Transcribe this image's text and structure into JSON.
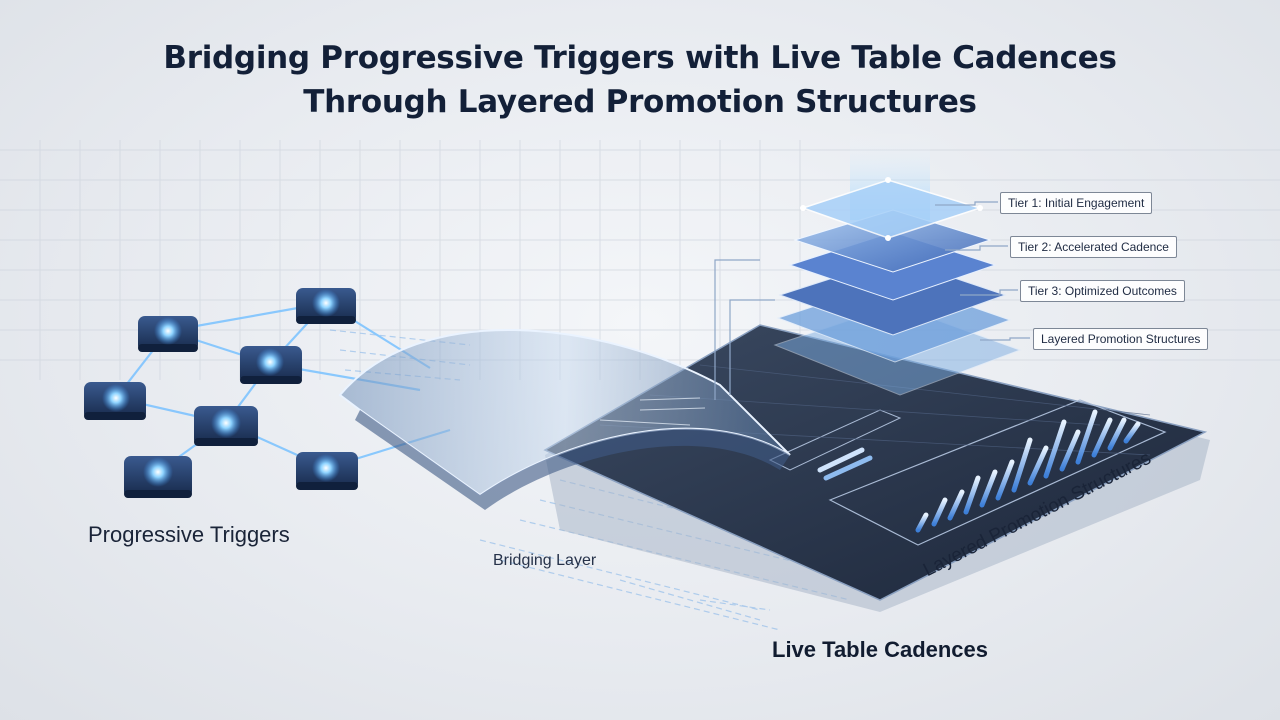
{
  "title": {
    "line1": "Bridging Progressive Triggers with Live Table Cadences",
    "line2": "Through Layered Promotion Structures"
  },
  "labels": {
    "progressive_triggers": "Progressive Triggers",
    "bridging_layer": "Bridging Layer",
    "live_table_cadences": "Live Table Cadences",
    "layered_promotion_structures": "Layered Promotion Structures"
  },
  "tiers": [
    "Tier 1: Initial Engagement",
    "Tier 2: Accelerated Cadence",
    "Tier 3: Optimized Outcomes",
    "Layered Promotion Structures"
  ],
  "colors": {
    "accent": "#3a8fe8",
    "glow": "#7fc8ff",
    "node": "#1f3763",
    "panel": "#253248",
    "title": "#132038"
  }
}
